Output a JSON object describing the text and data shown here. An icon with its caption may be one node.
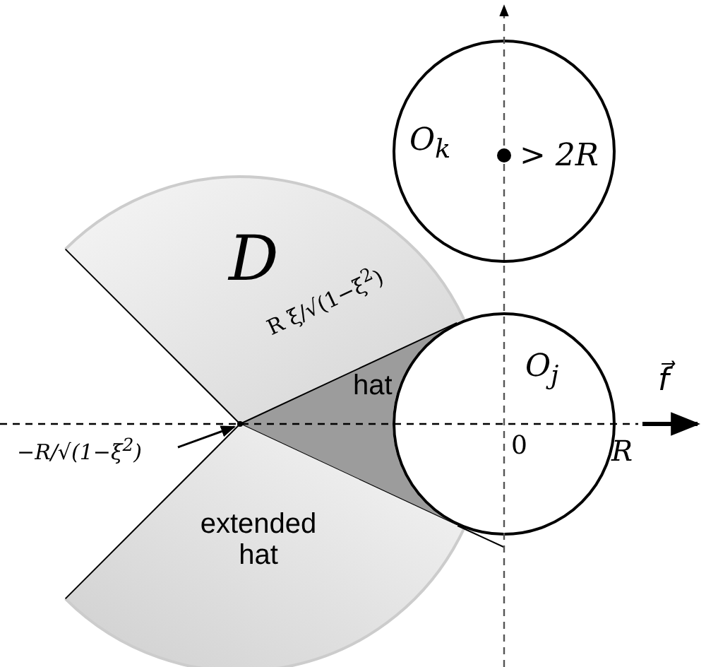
{
  "diagram": {
    "nodes": [
      {
        "text": [
          "D"
        ]
      },
      {
        "text": [
          "hat"
        ]
      },
      {
        "text": [
          "extended hat"
        ]
      },
      {
        "text": [
          "O$_{j}$"
        ]
      },
      {
        "text": [
          "O$_{k}$"
        ]
      },
      {
        "text": [
          "−R/√(1−ξ$^{2}$)"
        ]
      },
      {
        "text": [],
        "shape": "point"
      }
    ],
    "edges": [
      {
        "from": 5,
        "to": 6,
        "arrow": "to"
      }
    ],
    "labels": [
      "R ξ/√(1−ξ$^{2}$)",
      "> 2R",
      "0",
      "R",
      "f⃗"
    ]
  }
}
